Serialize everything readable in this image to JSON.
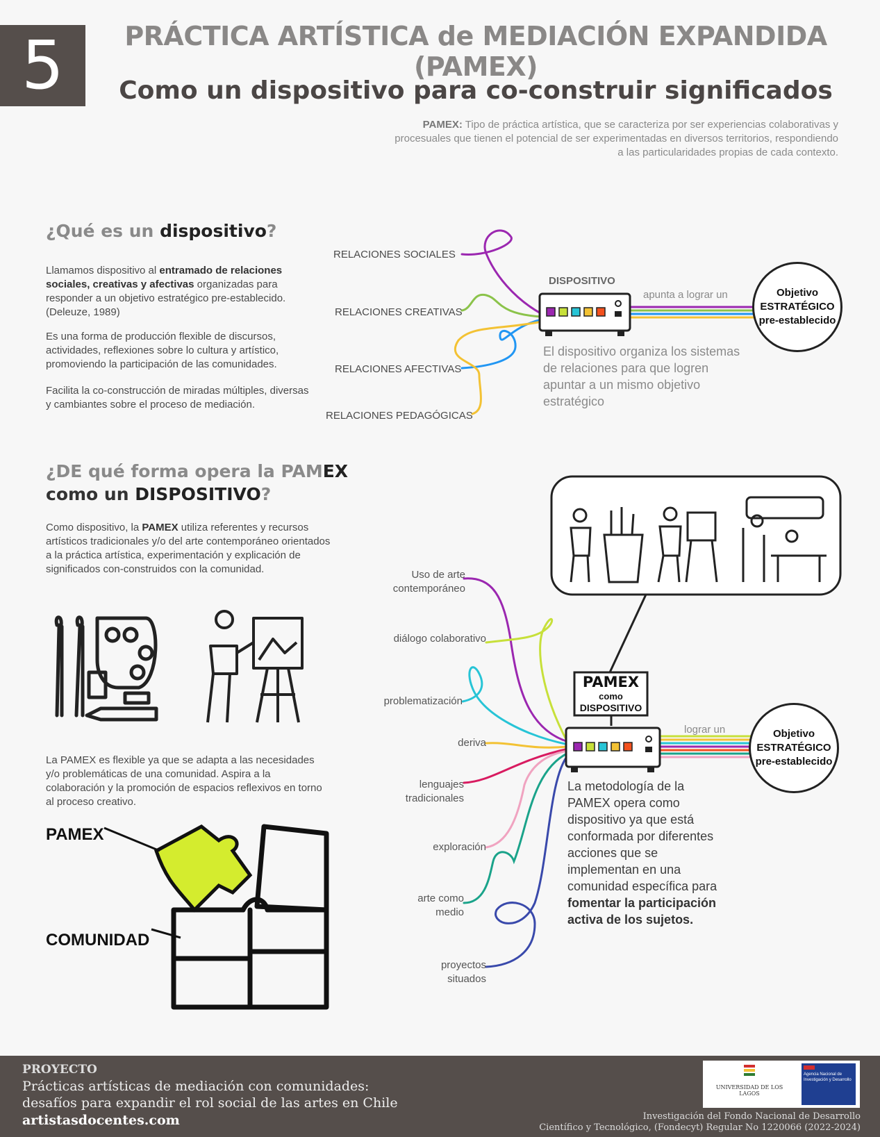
{
  "header": {
    "number": "5",
    "title": "PRÁCTICA ARTÍSTICA de MEDIACIÓN EXPANDIDA (PAMEX)",
    "subtitle": "Como un dispositivo para co-construir significados",
    "definition_term": "PAMEX:",
    "definition_text": "Tipo de práctica artística, que se caracteriza por ser experiencias colaborativas y procesuales que tienen el potencial de ser experimentadas en diversos territorios, respondiendo a las particularidades propias de cada contexto."
  },
  "section1": {
    "heading_prefix": "¿Qué es un ",
    "heading_bold": "dispositivo",
    "heading_suffix": "?",
    "p1_a": "Llamamos dispositivo al ",
    "p1_bold": "entramado de relaciones sociales, creativas y afectivas",
    "p1_b": " organizadas para responder a un objetivo estratégico pre-establecido. (Deleuze, 1989)",
    "p2": "Es una forma de producción flexible de discursos, actividades, reflexiones sobre lo cultura y artístico, promoviendo la participación de las comunidades.",
    "p3": "Facilita la co-construcción de miradas múltiples, diversas y cambiantes sobre el proceso de mediación.",
    "relations": [
      "RELACIONES SOCIALES",
      "RELACIONES CREATIVAS",
      "RELACIONES AFECTIVAS",
      "RELACIONES PEDAGÓGICAS"
    ],
    "device_label": "DISPOSITIVO",
    "arrow_label": "apunta a lograr un",
    "objective": [
      "Objetivo",
      "ESTRATÉGICO",
      "pre-establecido"
    ],
    "note": "El dispositivo organiza los sistemas de relaciones para que logren apuntar a un mismo objetivo estratégico"
  },
  "section2": {
    "heading_line1_prefix": "¿DE qué forma opera la PAM",
    "heading_line1_dark": "EX",
    "heading_line2_prefix": "como un ",
    "heading_line2_dark": "DISPOSITIVO",
    "heading_line2_suffix": "?",
    "p1_a": "Como dispositivo, la ",
    "p1_bold": "PAMEX",
    "p1_b": " utiliza referentes y recursos artísticos tradicionales y/o del arte contemporáneo orientados a la práctica artística, experimentación y explicación de significados con-construidos con la comunidad.",
    "p2": "La PAMEX es flexible ya que se adapta a las necesidades y/o problemáticas de una comunidad. Aspira a la colaboración y la promoción de espacios reflexivos en torno al proceso creativo.",
    "puzzle_label_top": "PAMEX",
    "puzzle_label_bottom": "COMUNIDAD",
    "actions": [
      "Uso de arte contemporáneo",
      "diálogo colaborativo",
      "problematización",
      "deriva",
      "lenguajes tradicionales",
      "exploración",
      "arte como medio",
      "proyectos situados"
    ],
    "monitor": [
      "PAMEX",
      "como",
      "DISPOSITIVO"
    ],
    "arrow_label": "lograr un",
    "objective": [
      "Objetivo",
      "ESTRATÉGICO",
      "pre-establecido"
    ],
    "method_a": "La metodología de la PAMEX opera como dispositivo ya que está conformada por diferentes acciones que se implementan en una comunidad específica para ",
    "method_bold": "fomentar la participación activa de los sujetos."
  },
  "colors": {
    "purple": "#9b27b0",
    "lime": "#c7e03a",
    "cyan": "#27c4d6",
    "yellow": "#f3c234",
    "magenta": "#d81b60",
    "pink": "#f0a3c0",
    "teal": "#1aa38a",
    "blue": "#3949ab",
    "green": "#8bc34a",
    "orange": "#f4511e",
    "puzzle": "#d4ec2e",
    "dark": "#554e4b"
  },
  "footer": {
    "label": "PROYECTO",
    "line1": "Prácticas artísticas de mediación con comunidades:",
    "line2": "desafíos para expandir el rol social de las artes en Chile",
    "site": "artistasdocentes.com",
    "university": "UNIVERSIDAD DE LOS LAGOS",
    "agency": "Agencia Nacional de Investigación y Desarrollo",
    "funding1": "Investigación del Fondo Nacional de Desarrollo",
    "funding2": "Científico y Tecnológico, (Fondecyt) Regular No 1220066 (2022-2024)"
  }
}
